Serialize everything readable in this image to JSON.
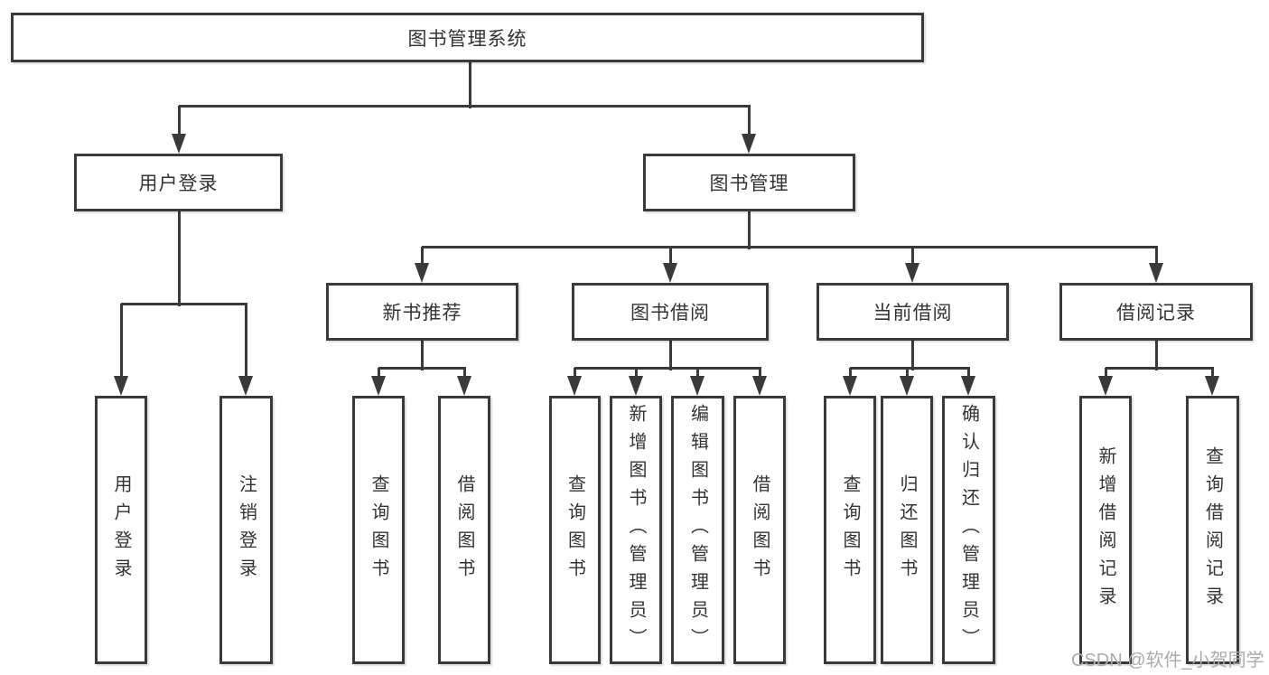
{
  "diagram_title": "图书管理系统",
  "watermark": "CSDN @软件_小贺同学",
  "colors": {
    "line": "#3a3a3a",
    "text": "#333333",
    "watermark": "#ababab",
    "background": "#ffffff"
  },
  "nodes": {
    "root": "图书管理系统",
    "user_login": "用户登录",
    "book_mgmt": "图书管理",
    "login": "用户登录",
    "logout": "注销登录",
    "new_books": "新书推荐",
    "book_borrow": "图书借阅",
    "current_borrow": "当前借阅",
    "borrow_records": "借阅记录",
    "nb_query": "查询图书",
    "nb_borrow": "借阅图书",
    "bb_query": "查询图书",
    "bb_add": "新增图书（管理员）",
    "bb_edit": "编辑图书（管理员）",
    "bb_borrow": "借阅图书",
    "cb_query": "查询图书",
    "cb_return": "归还图书",
    "cb_confirm": "确认归还（管理员）",
    "br_add": "新增借阅记录",
    "br_query": "查询借阅记录"
  },
  "edges": [
    {
      "from": "root",
      "to": "user_login"
    },
    {
      "from": "root",
      "to": "book_mgmt"
    },
    {
      "from": "user_login",
      "to": "login"
    },
    {
      "from": "user_login",
      "to": "logout"
    },
    {
      "from": "book_mgmt",
      "to": "new_books"
    },
    {
      "from": "book_mgmt",
      "to": "book_borrow"
    },
    {
      "from": "book_mgmt",
      "to": "current_borrow"
    },
    {
      "from": "book_mgmt",
      "to": "borrow_records"
    },
    {
      "from": "new_books",
      "to": "nb_query"
    },
    {
      "from": "new_books",
      "to": "nb_borrow"
    },
    {
      "from": "book_borrow",
      "to": "bb_query"
    },
    {
      "from": "book_borrow",
      "to": "bb_add"
    },
    {
      "from": "book_borrow",
      "to": "bb_edit"
    },
    {
      "from": "book_borrow",
      "to": "bb_borrow"
    },
    {
      "from": "current_borrow",
      "to": "cb_query"
    },
    {
      "from": "current_borrow",
      "to": "cb_return"
    },
    {
      "from": "current_borrow",
      "to": "cb_confirm"
    },
    {
      "from": "borrow_records",
      "to": "br_add"
    },
    {
      "from": "borrow_records",
      "to": "br_query"
    }
  ]
}
